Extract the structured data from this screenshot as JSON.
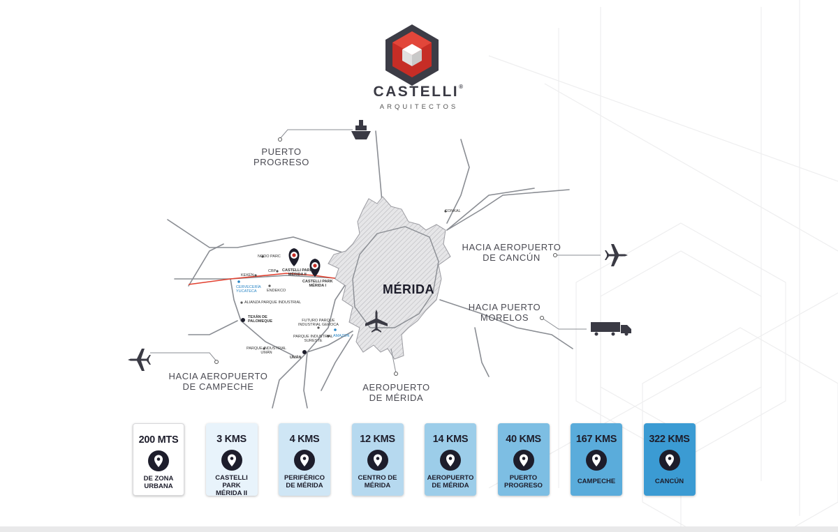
{
  "brand": {
    "name": "CASTELLI",
    "subtitle": "ARQUITECTOS",
    "registered_mark": "®"
  },
  "map": {
    "city": "MÉRIDA",
    "labels": {
      "puerto_progreso": "PUERTO PROGRESO",
      "aeropuerto_cancun": [
        "HACIA AEROPUERTO",
        "DE CANCÚN"
      ],
      "puerto_morelos": [
        "HACIA PUERTO",
        "MORELOS"
      ],
      "aeropuerto_campeche": [
        "HACIA AEROPUERTO",
        "DE CAMPECHE"
      ],
      "aeropuerto_merida": [
        "AEROPUERTO",
        "DE MÉRIDA"
      ],
      "conkal": "CONKAL"
    },
    "places": {
      "nodo_parc": "NODO PARC",
      "kekem": "KEKÉN",
      "cbp": "CBP",
      "cerveceria": [
        "CERVECERÍA",
        "YUCATECA"
      ],
      "endekco": "ENDEKCO",
      "alianza": "ALIANZA PARQUE INDUSTRIAL",
      "texan": [
        "TEXÁN DE",
        "PALOMEQUE"
      ],
      "futuro_parque": [
        "FUTURO PARQUE",
        "INDUSTRIAL GEROCA"
      ],
      "parque_sureste": [
        "PARQUE INDUSTRIAL",
        "SURESTE"
      ],
      "amazon": "AMAZON",
      "parque_uman": [
        "PARQUE INDUSTRIAL",
        "UMÁN"
      ],
      "uman": "UMÁN",
      "castelli_ii": [
        "CASTELLI PARK",
        "MÉRIDA II"
      ],
      "castelli_i": [
        "CASTELLI PARK",
        "MÉRIDA I"
      ]
    }
  },
  "cards": [
    {
      "distance": "200 MTS",
      "caption": [
        "DE ZONA",
        "URBANA"
      ],
      "bg": "#ffffff"
    },
    {
      "distance": "3 KMS",
      "caption": [
        "CASTELLI PARK",
        "MÉRIDA II"
      ],
      "bg": "#e8f3fb"
    },
    {
      "distance": "4 KMS",
      "caption": [
        "PERIFÉRICO",
        "DE MÉRIDA"
      ],
      "bg": "#cfe6f5"
    },
    {
      "distance": "12 KMS",
      "caption": [
        "CENTRO DE",
        "MÉRIDA"
      ],
      "bg": "#b6d9ef"
    },
    {
      "distance": "14 KMS",
      "caption": [
        "AEROPUERTO",
        "DE MÉRIDA"
      ],
      "bg": "#9ccde9"
    },
    {
      "distance": "40 KMS",
      "caption": [
        "PUERTO",
        "PROGRESO"
      ],
      "bg": "#7dbee3"
    },
    {
      "distance": "167 KMS",
      "caption": [
        "CAMPECHE",
        ""
      ],
      "bg": "#5aacdb"
    },
    {
      "distance": "322 KMS",
      "caption": [
        "CANCÚN",
        ""
      ],
      "bg": "#3b9bd3"
    }
  ],
  "colors": {
    "navy": "#1d1d2b",
    "route_red": "#e2402f",
    "road_gray": "#8a8d93",
    "accent_blue": "#2a86c6"
  },
  "icons": {
    "pin": "location-pin-icon",
    "ship": "ship-icon",
    "plane": "airplane-icon",
    "truck": "truck-icon"
  }
}
